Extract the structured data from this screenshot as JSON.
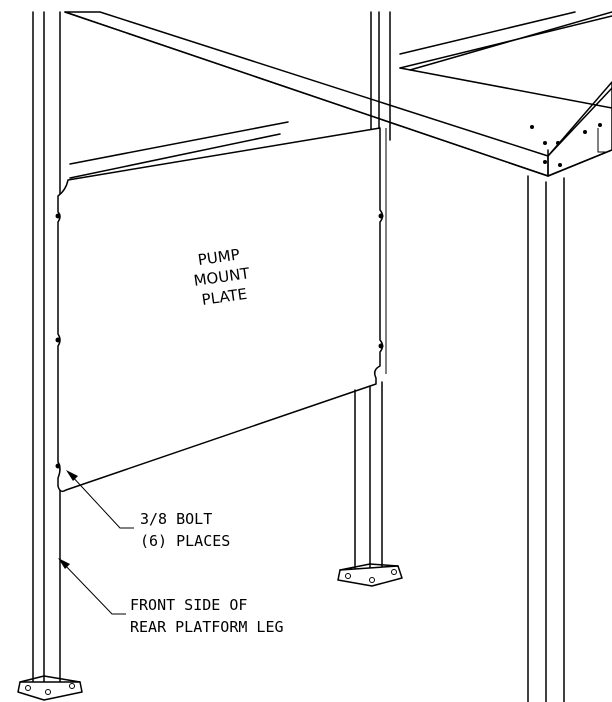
{
  "plate_label": [
    "PUMP",
    "MOUNT",
    "PLATE"
  ],
  "bolt_callout": [
    "3/8 BOLT",
    "(6) PLACES"
  ],
  "leg_callout": [
    "FRONT SIDE OF",
    "REAR PLATFORM LEG"
  ],
  "colors": {
    "line": "#000000",
    "background": "#ffffff"
  }
}
